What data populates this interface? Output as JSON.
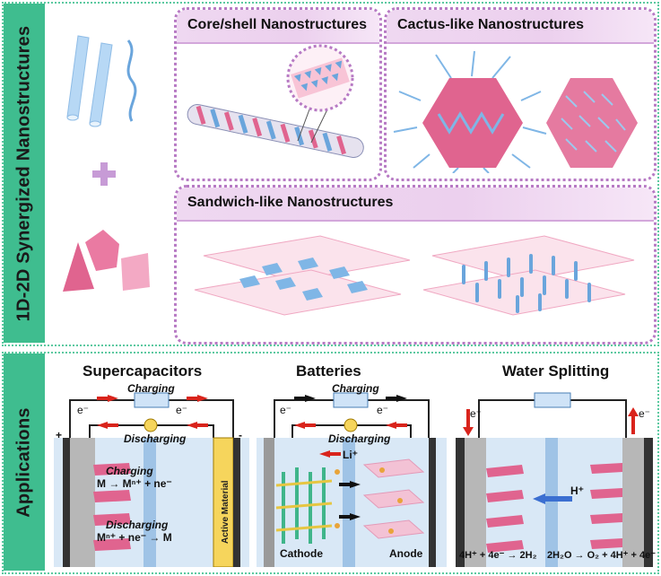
{
  "top_section": {
    "sidebar_label": "1D-2D Synergized Nanostructures",
    "panels": {
      "core_shell": {
        "title": "Core/shell Nanostructures"
      },
      "cactus": {
        "title": "Cactus-like Nanostructures"
      },
      "sandwich": {
        "title": "Sandwich-like Nanostructures"
      }
    }
  },
  "bottom_section": {
    "sidebar_label": "Applications",
    "supercapacitors": {
      "title": "Supercapacitors",
      "charging": "Charging",
      "discharging": "Discharging",
      "electron": "e⁻",
      "plus": "+",
      "minus": "-",
      "eq_charging_label": "Charging",
      "eq_charging": "M → Mⁿ⁺ + ne⁻",
      "eq_discharging_label": "Discharging",
      "eq_discharging": "Mⁿ⁺ + ne⁻ → M",
      "active_material": "Active Material"
    },
    "batteries": {
      "title": "Batteries",
      "charging": "Charging",
      "discharging": "Discharging",
      "electron": "e⁻",
      "li_ion": "Li⁺",
      "cathode": "Cathode",
      "anode": "Anode"
    },
    "water_splitting": {
      "title": "Water Splitting",
      "electron": "e⁻",
      "proton": "H⁺",
      "eq_her": "4H⁺ + 4e⁻ → 2H₂",
      "eq_oer": "2H₂O → O₂ + 4H⁺ + 4e⁻"
    }
  },
  "colors": {
    "green_sidebar": "#3fbd8f",
    "dotted_border": "#5cc9a0",
    "panel_border": "#b77ac4",
    "pink": "#e0648f",
    "blue": "#7fb6e6",
    "red_arrow": "#d9241c"
  }
}
